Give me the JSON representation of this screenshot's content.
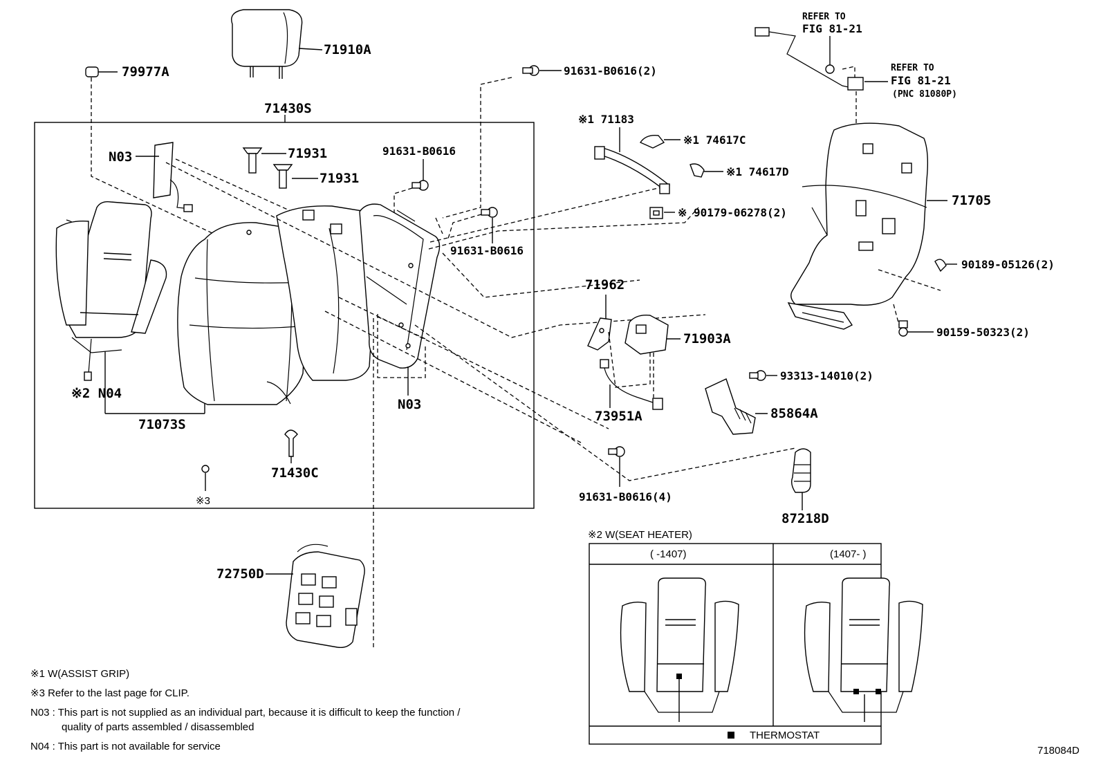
{
  "parts": {
    "p79977A": "79977A",
    "p71910A": "71910A",
    "p71430S": "71430S",
    "p91631_top": "91631-B0616(2)",
    "n03_left": "N03",
    "p71931_a": "71931",
    "p71931_b": "71931",
    "p91631_mid": "91631-B0616",
    "p91631_right": "91631-B0616",
    "p71183": "※1 71183",
    "p74617C": "※1 74617C",
    "p74617D": "※1 74617D",
    "p90179": "※ 90179-06278(2)",
    "p71705": "71705",
    "p90189": "90189-05126(2)",
    "p90159": "90159-50323(2)",
    "p71962": "71962",
    "p71903A": "71903A",
    "p73951A": "73951A",
    "p93313": "93313-14010(2)",
    "p85864A": "85864A",
    "p87218D": "87218D",
    "p91631_bottom": "91631-B0616(4)",
    "n04": "※2 N04",
    "p71073S": "71073S",
    "n03_frame": "N03",
    "p71430C": "71430C",
    "ref3": "※3",
    "p72750D": "72750D"
  },
  "refer_top": {
    "line1": "REFER TO",
    "line2": "FIG 81-21"
  },
  "refer_right": {
    "line1": "REFER TO",
    "line2": "FIG 81-21",
    "line3": "(PNC 81080P)"
  },
  "heater_inset": {
    "title": "※2 W(SEAT HEATER)",
    "col_left": "(     -1407)",
    "col_right": "(1407-     )",
    "legend": "THERMOSTAT"
  },
  "notes": [
    "※1 W(ASSIST GRIP)",
    "※3 Refer to the last page for CLIP.",
    "N03 : This part is not supplied as an individual part, because it is difficult to keep the function /",
    "quality of parts assembled / disassembled",
    "N04 : This part is not available for service"
  ],
  "figure_id": "718084D"
}
